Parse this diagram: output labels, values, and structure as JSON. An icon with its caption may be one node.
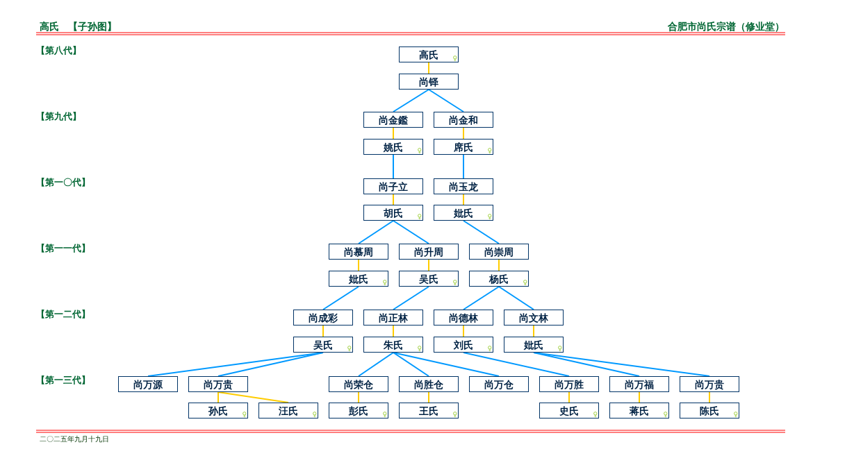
{
  "diagram": {
    "nodes": [
      {
        "text": [
          "高氏",
          "♀"
        ]
      },
      {
        "text": [
          "尚铎"
        ]
      },
      {
        "text": [
          "尚金鑑"
        ]
      },
      {
        "text": [
          "尚金和"
        ]
      },
      {
        "text": [
          "姚氏",
          "♀"
        ]
      },
      {
        "text": [
          "席氏",
          "♀"
        ]
      },
      {
        "text": [
          "尚子立"
        ]
      },
      {
        "text": [
          "尚玉龙"
        ]
      },
      {
        "text": [
          "胡氏",
          "♀"
        ]
      },
      {
        "text": [
          "妣氏",
          "♀"
        ]
      },
      {
        "text": [
          "尚慕周"
        ]
      },
      {
        "text": [
          "尚升周"
        ]
      },
      {
        "text": [
          "尚崇周"
        ]
      },
      {
        "text": [
          "妣氏",
          "♀"
        ]
      },
      {
        "text": [
          "吴氏",
          "♀"
        ]
      },
      {
        "text": [
          "杨氏",
          "♀"
        ]
      },
      {
        "text": [
          "尚成彩"
        ]
      },
      {
        "text": [
          "尚正林"
        ]
      },
      {
        "text": [
          "尚德林"
        ]
      },
      {
        "text": [
          "尚文林"
        ]
      },
      {
        "text": [
          "吴氏",
          "♀"
        ]
      },
      {
        "text": [
          "朱氏",
          "♀"
        ]
      },
      {
        "text": [
          "刘氏",
          "♀"
        ]
      },
      {
        "text": [
          "妣氏",
          "♀"
        ]
      },
      {
        "text": [
          "尚万源"
        ]
      },
      {
        "text": [
          "尚万贵"
        ]
      },
      {
        "text": [
          "尚荣仓"
        ]
      },
      {
        "text": [
          "尚胜仓"
        ]
      },
      {
        "text": [
          "尚万仓"
        ]
      },
      {
        "text": [
          "尚万胜"
        ]
      },
      {
        "text": [
          "尚万福"
        ]
      },
      {
        "text": [
          "尚万贵"
        ]
      },
      {
        "text": [
          "孙氏",
          "♀"
        ]
      },
      {
        "text": [
          "汪氏",
          "♀"
        ]
      },
      {
        "text": [
          "彭氏",
          "♀"
        ]
      },
      {
        "text": [
          "王氏",
          "♀"
        ]
      },
      {
        "text": [
          "史氏",
          "♀"
        ]
      },
      {
        "text": [
          "蒋氏",
          "♀"
        ]
      },
      {
        "text": [
          "陈氏",
          "♀"
        ]
      }
    ],
    "edges": [
      {
        "from": 0,
        "to": 1,
        "arrow": "none",
        "color": "#ffcc00"
      },
      {
        "from": 1,
        "to": 2,
        "arrow": "none",
        "color": "#0099ff"
      },
      {
        "from": 1,
        "to": 3,
        "arrow": "none",
        "color": "#0099ff"
      },
      {
        "from": 2,
        "to": 4,
        "arrow": "none",
        "color": "#ffcc00"
      },
      {
        "from": 3,
        "to": 5,
        "arrow": "none",
        "color": "#ffcc00"
      },
      {
        "from": 4,
        "to": 6,
        "arrow": "none",
        "color": "#0099ff"
      },
      {
        "from": 5,
        "to": 7,
        "arrow": "none",
        "color": "#0099ff"
      },
      {
        "from": 6,
        "to": 8,
        "arrow": "none",
        "color": "#ffcc00"
      },
      {
        "from": 7,
        "to": 9,
        "arrow": "none",
        "color": "#ffcc00"
      },
      {
        "from": 8,
        "to": 10,
        "arrow": "none",
        "color": "#0099ff"
      },
      {
        "from": 8,
        "to": 11,
        "arrow": "none",
        "color": "#0099ff"
      },
      {
        "from": 9,
        "to": 12,
        "arrow": "none",
        "color": "#0099ff"
      },
      {
        "from": 10,
        "to": 13,
        "arrow": "none",
        "color": "#ffcc00"
      },
      {
        "from": 11,
        "to": 14,
        "arrow": "none",
        "color": "#ffcc00"
      },
      {
        "from": 12,
        "to": 15,
        "arrow": "none",
        "color": "#ffcc00"
      },
      {
        "from": 13,
        "to": 16,
        "arrow": "none",
        "color": "#0099ff"
      },
      {
        "from": 14,
        "to": 17,
        "arrow": "none",
        "color": "#0099ff"
      },
      {
        "from": 15,
        "to": 18,
        "arrow": "none",
        "color": "#0099ff"
      },
      {
        "from": 15,
        "to": 19,
        "arrow": "none",
        "color": "#0099ff"
      },
      {
        "from": 16,
        "to": 20,
        "arrow": "none",
        "color": "#ffcc00"
      },
      {
        "from": 17,
        "to": 21,
        "arrow": "none",
        "color": "#ffcc00"
      },
      {
        "from": 18,
        "to": 22,
        "arrow": "none",
        "color": "#ffcc00"
      },
      {
        "from": 19,
        "to": 23,
        "arrow": "none",
        "color": "#ffcc00"
      },
      {
        "from": 20,
        "to": 24,
        "arrow": "none",
        "color": "#0099ff"
      },
      {
        "from": 20,
        "to": 25,
        "arrow": "none",
        "color": "#0099ff"
      },
      {
        "from": 21,
        "to": 26,
        "arrow": "none",
        "color": "#0099ff"
      },
      {
        "from": 21,
        "to": 27,
        "arrow": "none",
        "color": "#0099ff"
      },
      {
        "from": 21,
        "to": 28,
        "arrow": "none",
        "color": "#0099ff"
      },
      {
        "from": 22,
        "to": 29,
        "arrow": "none",
        "color": "#0099ff"
      },
      {
        "from": 23,
        "to": 30,
        "arrow": "none",
        "color": "#0099ff"
      },
      {
        "from": 23,
        "to": 31,
        "arrow": "none",
        "color": "#0099ff"
      },
      {
        "from": 25,
        "to": 32,
        "arrow": "none",
        "color": "#ffcc00"
      },
      {
        "from": 25,
        "to": 33,
        "arrow": "none",
        "color": "#ffcc00"
      },
      {
        "from": 26,
        "to": 34,
        "arrow": "none",
        "color": "#ffcc00"
      },
      {
        "from": 27,
        "to": 35,
        "arrow": "none",
        "color": "#ffcc00"
      },
      {
        "from": 29,
        "to": 36,
        "arrow": "none",
        "color": "#ffcc00"
      },
      {
        "from": 30,
        "to": 37,
        "arrow": "none",
        "color": "#ffcc00"
      },
      {
        "from": 31,
        "to": 38,
        "arrow": "none",
        "color": "#ffcc00"
      }
    ],
    "labels": [
      "高氏",
      "【子孙图】",
      "合肥市尚氏宗谱（修业堂）",
      "【第八代】",
      "【第九代】",
      "【第一〇代】",
      "【第一一代】",
      "【第一二代】",
      "【第一三代】",
      "二〇二五年九月十九日"
    ]
  }
}
